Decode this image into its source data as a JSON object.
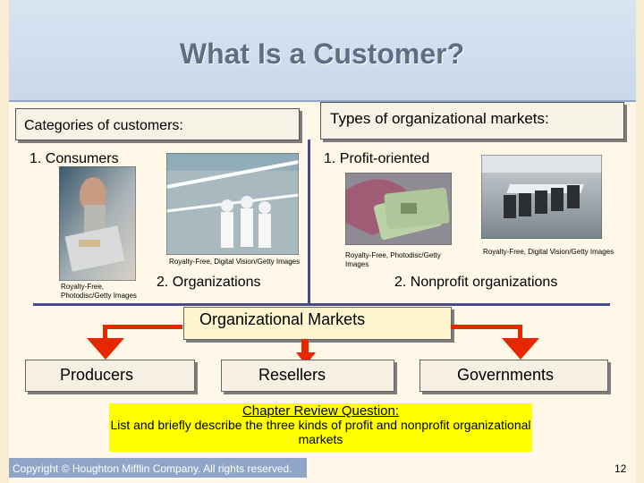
{
  "slide": {
    "title": "What Is a Customer?",
    "categories_label": "Categories of customers:",
    "types_label": "Types of organizational markets:",
    "consumers": "1. Consumers",
    "organizations": "2. Organizations",
    "profit_oriented": "1. Profit-oriented",
    "nonprofit": "2. Nonprofit organizations",
    "credit_photodisc": "Royalty-Free, Photodisc/Getty Images",
    "credit_digitalvision": "Royalty-Free, Digital Vision/Getty Images",
    "credit_photodisc2": "Royalty-Free, Photodisc/Getty Images",
    "credit_digitalvision2": "Royalty-Free, Digital Vision/Getty Images",
    "org_markets": "Organizational Markets",
    "producers": "Producers",
    "resellers": "Resellers",
    "governments": "Governments",
    "review_title": "Chapter Review Question",
    "review_colon": ":",
    "review_text": "List and briefly describe the three kinds of profit and nonprofit organizational markets",
    "copyright": "Copyright © Houghton Mifflin Company. All rights reserved.",
    "page_number": "12"
  }
}
